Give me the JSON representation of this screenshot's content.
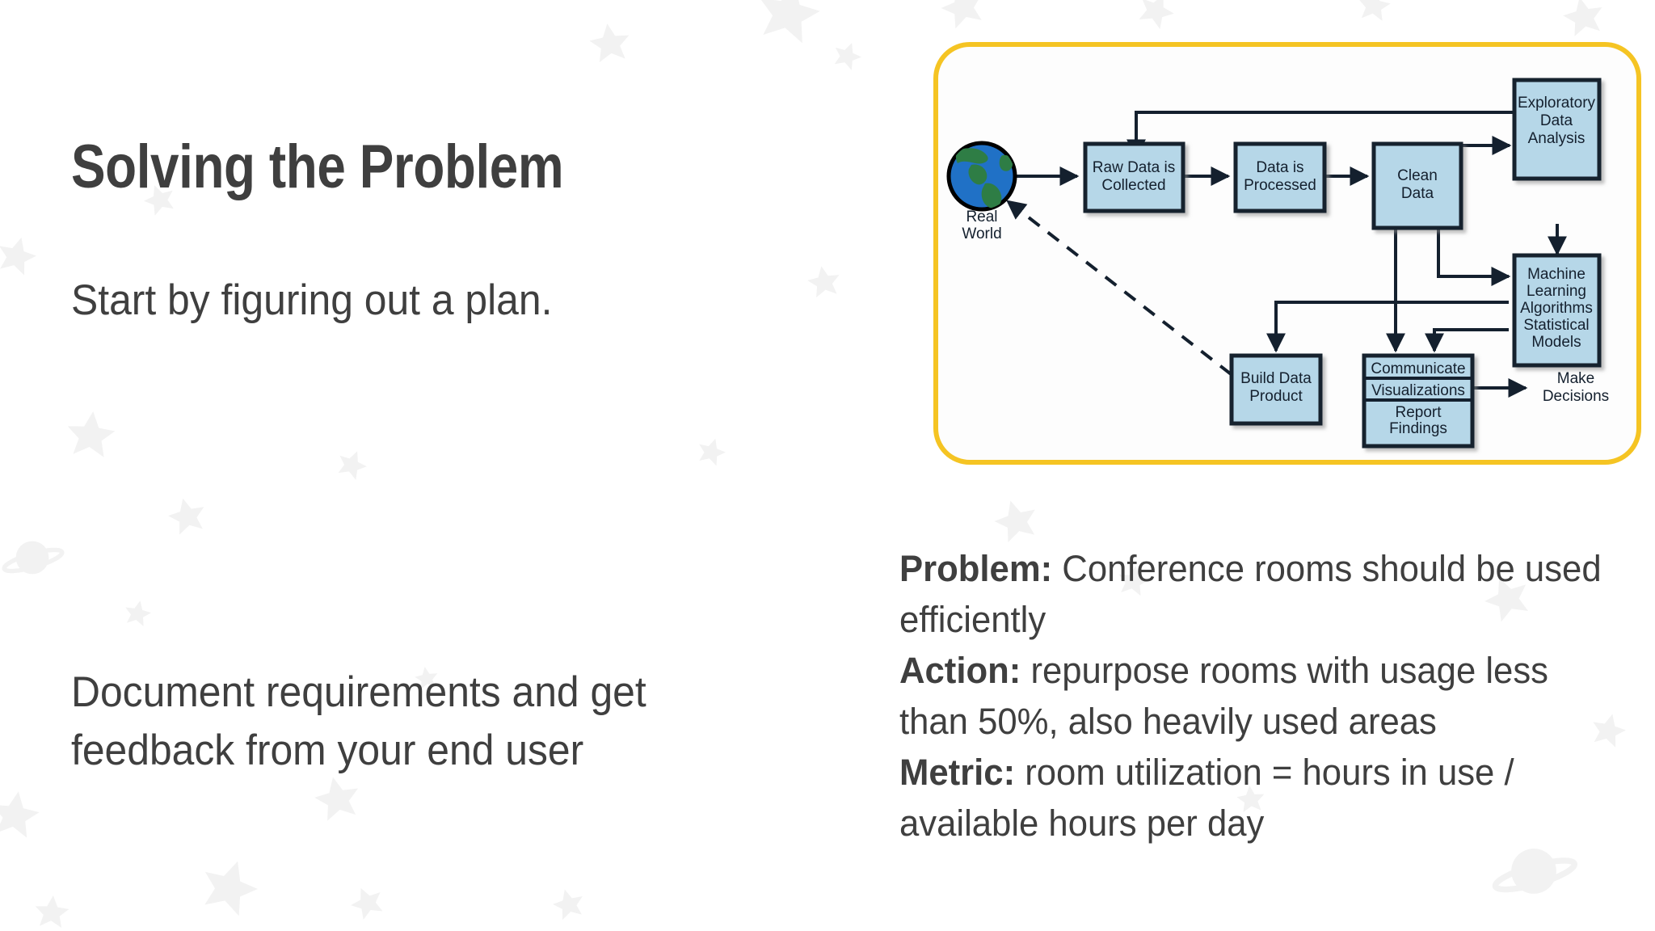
{
  "slide": {
    "title": "Solving the Problem",
    "subtitle": "Start by figuring out a plan.",
    "body": "Document requirements and get feedback from your end user",
    "background_color": "#FFFFFF",
    "text_color": "#3F3F3F",
    "accent_color": "#F5C423",
    "watermark_color": "#F2F2F2"
  },
  "details": {
    "problem_label": "Problem:",
    "problem_text": " Conference rooms should be used efficiently",
    "action_label": "Action:",
    "action_text": " repurpose rooms with usage less than 50%, also heavily used areas",
    "metric_label": "Metric:",
    "metric_text": " room utilization =  hours in use / available hours per day"
  },
  "diagram": {
    "frame_color": "#F5C423",
    "box_fill": "#B6D7E8",
    "box_stroke": "#14202E",
    "arrow_color": "#14202E",
    "globe_label_line1": "Real",
    "globe_label_line2": "World",
    "globe_ocean_color": "#2071C6",
    "globe_land_color": "#2E7D45",
    "nodes": [
      {
        "id": "raw-data",
        "lines": [
          "Raw Data is",
          "Collected"
        ]
      },
      {
        "id": "data-processed",
        "lines": [
          "Data is",
          "Processed"
        ]
      },
      {
        "id": "clean-data",
        "lines": [
          "Clean",
          "Data"
        ]
      },
      {
        "id": "eda",
        "lines": [
          "Exploratory",
          "Data",
          "Analysis"
        ]
      },
      {
        "id": "ml",
        "lines": [
          "Machine",
          "Learning",
          "Algorithms",
          "Statistical",
          "Models"
        ]
      },
      {
        "id": "build-data-product",
        "lines": [
          "Build Data",
          "Product"
        ]
      },
      {
        "id": "communicate",
        "lines": [
          "Communicate"
        ]
      },
      {
        "id": "visualizations",
        "lines": [
          "Visualizations"
        ]
      },
      {
        "id": "report-findings",
        "lines": [
          "Report",
          "Findings"
        ]
      }
    ],
    "make_decisions_line1": "Make",
    "make_decisions_line2": "Decisions"
  }
}
